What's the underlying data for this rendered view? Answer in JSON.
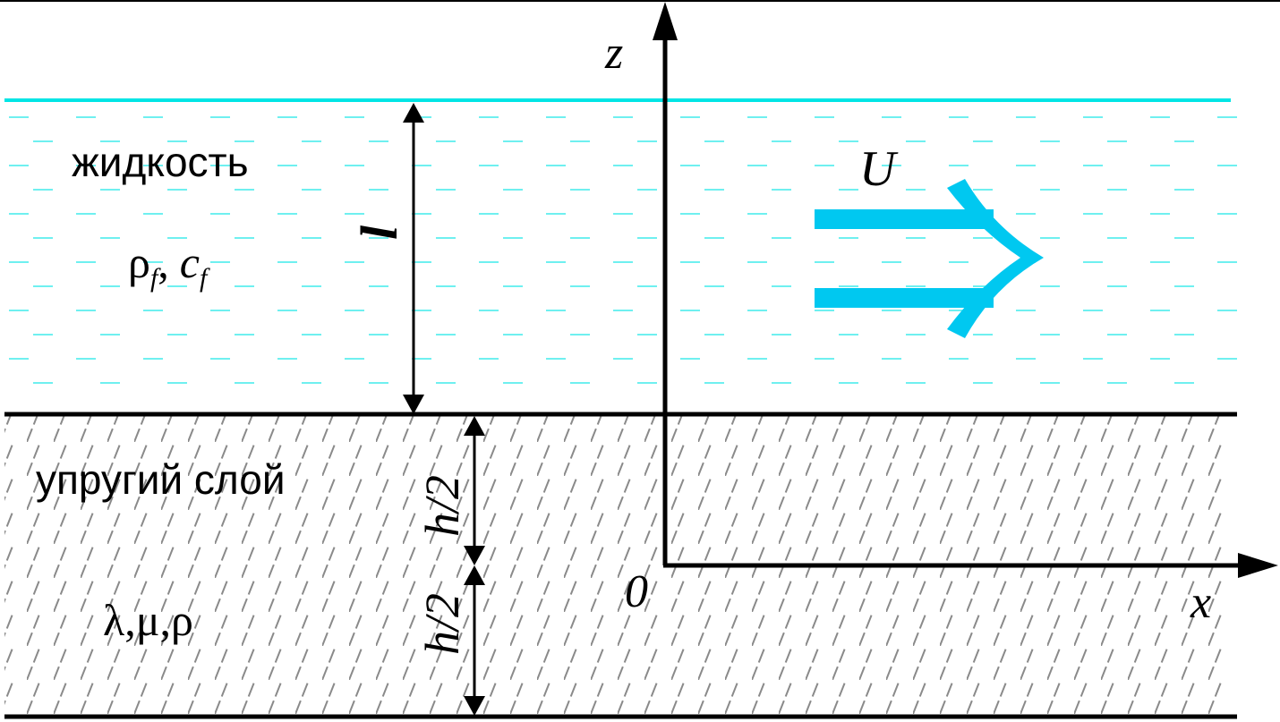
{
  "diagram": {
    "fluid": {
      "name": "жидкость",
      "rho": "ρ",
      "c": "c",
      "sub_f1": "f",
      "sub_f2": "f",
      "comma": ",",
      "thickness_label": "l"
    },
    "solid": {
      "name": "упругий слой",
      "props": "λ,μ,ρ",
      "half_thickness_upper": "h/2",
      "half_thickness_lower": "h/2"
    },
    "axes": {
      "z_label": "z",
      "x_label": "x",
      "origin_label": "0"
    },
    "flow": {
      "velocity_label": "U"
    },
    "colors": {
      "fluid_line": "#00e5e5",
      "flow_arrow": "#00c8f0",
      "hatch": "#888888",
      "ink": "#000000"
    }
  }
}
